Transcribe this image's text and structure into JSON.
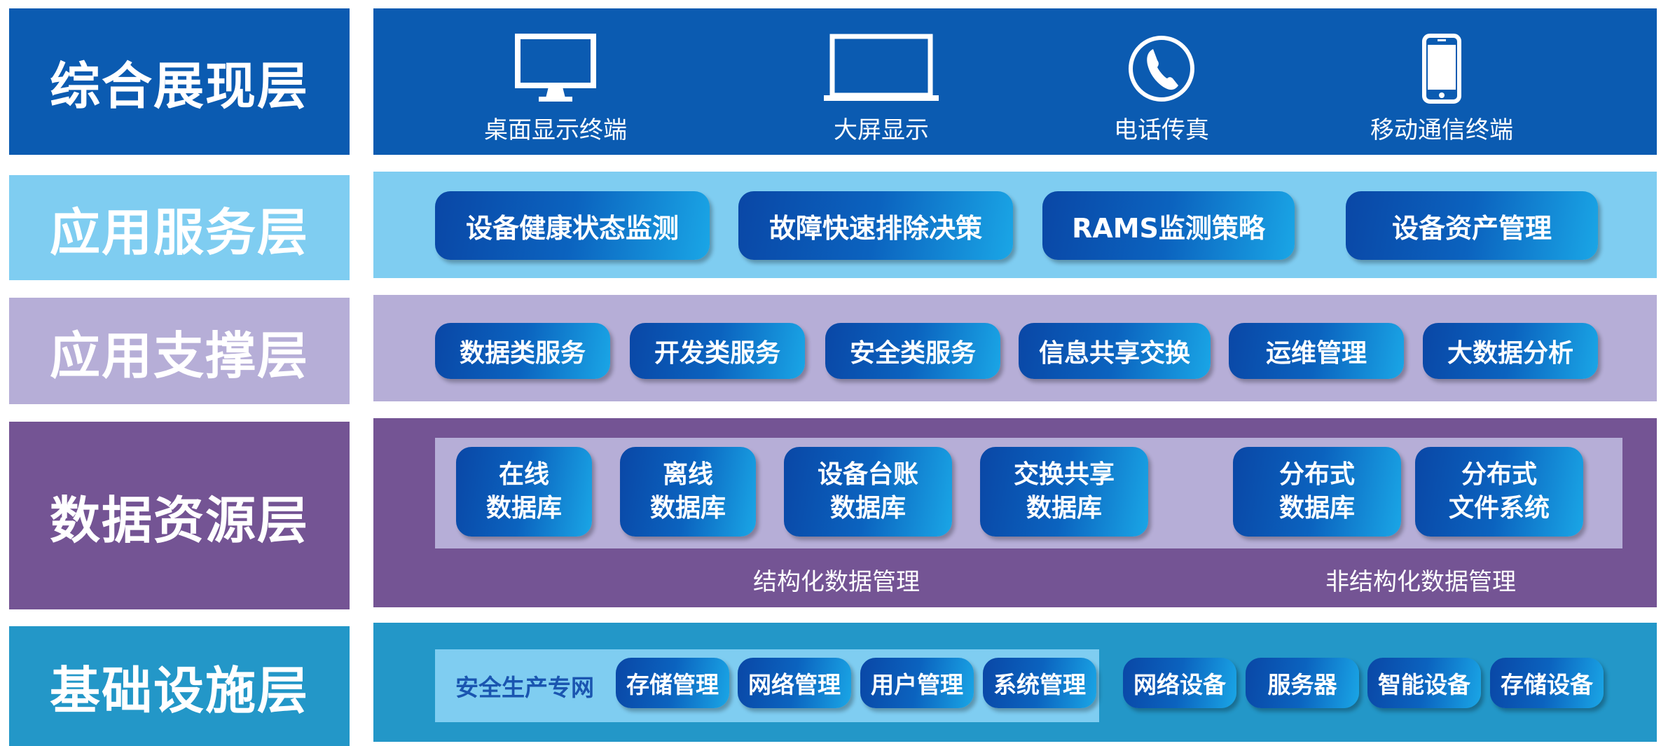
{
  "colors": {
    "display_layer": "#0b5bb1",
    "app_service_layer": "#7fcdf1",
    "app_support_layer": "#b6aed7",
    "data_layer": "#745494",
    "infra_layer": "#2397c8",
    "pill_dark": "#0a47a6",
    "pill_light": "#1aa6e6"
  },
  "layers": {
    "display": {
      "label": "综合展现层",
      "devices": [
        {
          "icon": "desktop-monitor-icon",
          "label": "桌面显示终端"
        },
        {
          "icon": "laptop-screen-icon",
          "label": "大屏显示"
        },
        {
          "icon": "telephone-icon",
          "label": "电话传真"
        },
        {
          "icon": "smartphone-icon",
          "label": "移动通信终端"
        }
      ]
    },
    "app_service": {
      "label": "应用服务层",
      "items": [
        "设备健康状态监测",
        "故障快速排除决策",
        "RAMS监测策略",
        "设备资产管理"
      ]
    },
    "app_support": {
      "label": "应用支撑层",
      "items": [
        "数据类服务",
        "开发类服务",
        "安全类服务",
        "信息共享交换",
        "运维管理",
        "大数据分析"
      ]
    },
    "data": {
      "label": "数据资源层",
      "structured": {
        "items": [
          "在线\n数据库",
          "离线\n数据库",
          "设备台账\n数据库",
          "交换共享\n数据库"
        ],
        "caption": "结构化数据管理"
      },
      "unstructured": {
        "items": [
          "分布式\n数据库",
          "分布式\n文件系统"
        ],
        "caption": "非结构化数据管理"
      }
    },
    "infra": {
      "label": "基础设施层",
      "network": {
        "title": "安全生产专网",
        "items": [
          "存储管理",
          "网络管理",
          "用户管理",
          "系统管理"
        ]
      },
      "hardware": [
        "网络设备",
        "服务器",
        "智能设备",
        "存储设备"
      ]
    }
  }
}
